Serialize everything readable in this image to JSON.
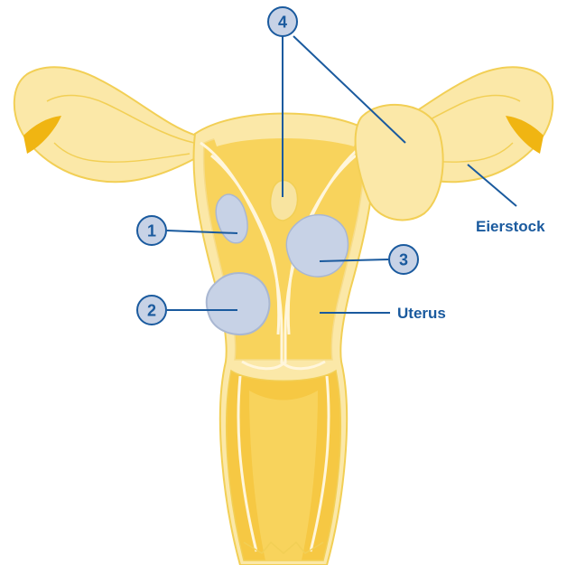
{
  "colors": {
    "outline": "#f2cf55",
    "organ_fill": "#fbe8a8",
    "cavity_fill": "#f8d35c",
    "deep_fill": "#f6c843",
    "inner_line": "#fff6dc",
    "fimbria": "#f0b512",
    "myoma_fill": "#c7d2e6",
    "myoma_stroke": "#a9b7d2",
    "label_blue": "#1a5a9e"
  },
  "markers": [
    {
      "number": "1"
    },
    {
      "number": "2"
    },
    {
      "number": "3"
    },
    {
      "number": "4"
    }
  ],
  "labels": {
    "eierstock": "Eierstock",
    "uterus": "Uterus"
  }
}
